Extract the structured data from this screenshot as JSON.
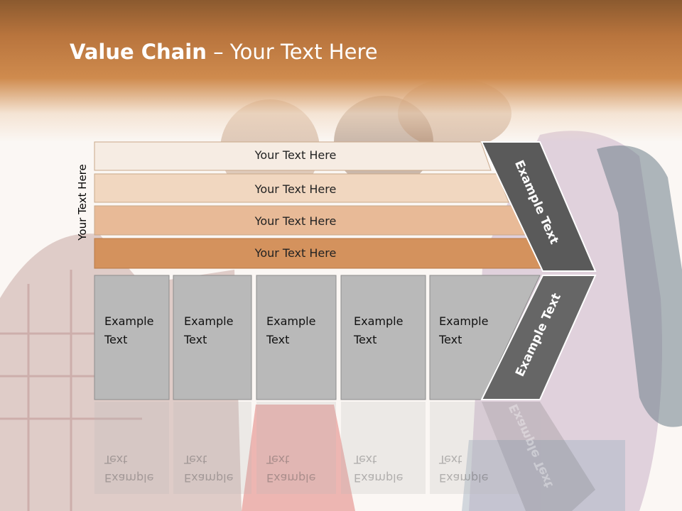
{
  "slide": {
    "title_bold": "Value Chain",
    "title_rest": " – Your Text Here",
    "side_label": "Your Text Here"
  },
  "bars": [
    {
      "label": "Your Text Here",
      "color": "#f6ece3"
    },
    {
      "label": "Your Text Here",
      "color": "#f1d7c0"
    },
    {
      "label": "Your Text Here",
      "color": "#e8ba97"
    },
    {
      "label": "Your Text Here",
      "color": "#d4925d"
    }
  ],
  "boxes": [
    {
      "line1": "Example",
      "line2": "Text"
    },
    {
      "line1": "Example",
      "line2": "Text"
    },
    {
      "line1": "Example",
      "line2": "Text"
    },
    {
      "line1": "Example",
      "line2": "Text"
    },
    {
      "line1": "Example",
      "line2": "Text"
    }
  ],
  "chevron": {
    "upper_label": "Example Text",
    "lower_label": "Example Text",
    "upper_color": "#5a5a5a",
    "lower_color": "#6a6a6a"
  },
  "colors": {
    "box_fill": "#b9b9b9",
    "box_border": "#8d8d8d",
    "title_color": "#ffffff"
  }
}
